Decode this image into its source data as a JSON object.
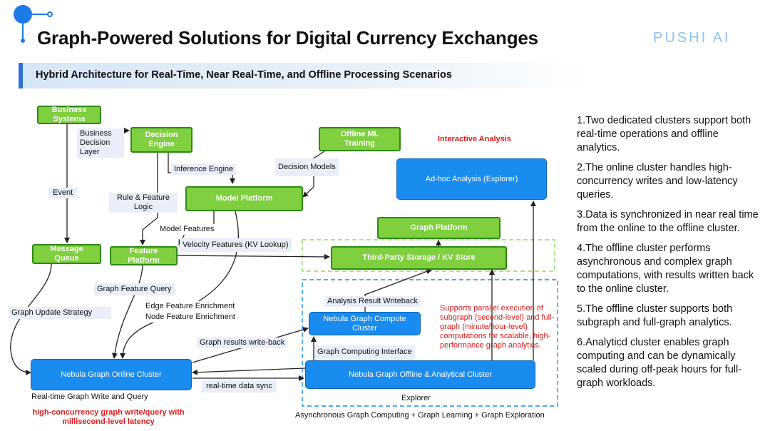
{
  "header": {
    "title": "Graph-Powered Solutions for Digital Currency Exchanges",
    "brand": "PUSHI AI",
    "subtitle": "Hybrid Architecture for Real-Time, Near Real-Time, and Offline Processing Scenarios"
  },
  "diagram": {
    "nodes": {
      "business_systems": "Business Systems",
      "decision_engine": "Decision Engine",
      "offline_ml_training": "Offline ML Training",
      "model_platform": "Model Platform",
      "message_queue": "Message Queue",
      "feature_platform": "Feature Platform",
      "graph_platform": "Graph Platform",
      "third_party_storage": "Third-Party Storage / KV Store",
      "adhoc_analysis": "Ad-hoc Analysis (Explorer)",
      "compute_cluster": "Nebula Graph Compute Cluster",
      "online_cluster": "Nebula Graph Online Cluster",
      "offline_cluster": "Nebula Graph Offline & Analytical Cluster"
    },
    "edge_labels": {
      "business_decision_layer": "Business Decision Layer",
      "inference_engine": "Inference Engine",
      "decision_models": "Decision Models",
      "event": "Event",
      "rule_feature_logic": "Rule & Feature Logic",
      "model_features": "Model Features",
      "velocity_features": "Velocity Features (KV Lookup)",
      "graph_feature_query": "Graph Feature Query",
      "edge_feature_enrichment": "Edge Feature Enrichment",
      "node_feature_enrichment": "Node Feature Enrichment",
      "graph_update_strategy": "Graph Update Strategy",
      "analysis_result_writeback": "Analysis Result Writeback",
      "graph_results_writeback": "Graph results write-back",
      "graph_computing_interface": "Graph Computing Interface",
      "realtime_data_sync": "real-time data sync"
    },
    "annotations": {
      "interactive_analysis": "Interactive Analysis",
      "parallel_execution": [
        "Supports parallel execution of",
        "subgraph (second-level) and full-",
        "graph (minute/hour-level)",
        "computations for scalable, high-",
        "performance graph analytics."
      ],
      "realtime_write_query": "Real-time Graph Write and Query",
      "high_concurrency": [
        "high-concurrency graph write/query with",
        "millisecond-level latency"
      ],
      "explorer": "Explorer",
      "async_computing": "Asynchronous Graph Computing + Graph Learning + Graph Exploration"
    }
  },
  "notes": [
    "1.Two dedicated clusters support both real-time operations and offline analytics.",
    "2.The online cluster handles high-concurrency writes and low-latency queries.",
    "3.Data is synchronized in near real time from the online to the offline cluster.",
    "4.The offline cluster performs asynchronous and complex graph computations, with results written back to the online cluster.",
    "5.The offline cluster supports both subgraph and full-graph analytics.",
    "6.Analyticd cluster enables graph computing and can be dynamically scaled during off-peak hours for full-graph workloads."
  ],
  "colors": {
    "accent_blue": "#1a8cf0",
    "green_box": "#7fcf3f",
    "annotation_red": "#e0191a",
    "brand_text": "#8fc2ef"
  },
  "icons": [
    "logo-dots-icon"
  ]
}
